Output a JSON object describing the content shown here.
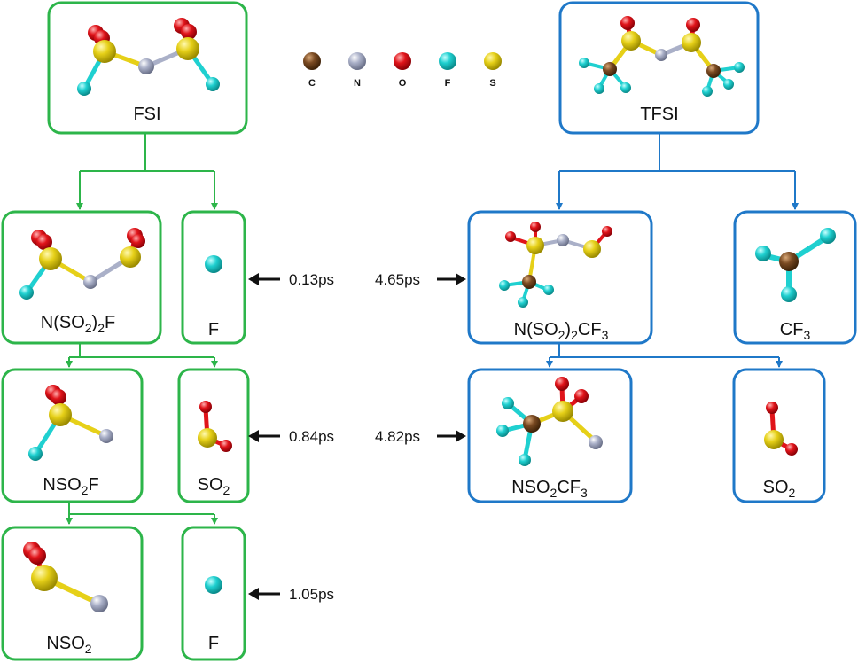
{
  "legend": [
    {
      "symbol": "C",
      "color": "#7a4a22"
    },
    {
      "symbol": "N",
      "color": "#aab0c8"
    },
    {
      "symbol": "O",
      "color": "#e0141a"
    },
    {
      "symbol": "F",
      "color": "#1fd0d0"
    },
    {
      "symbol": "S",
      "color": "#e6d018"
    }
  ],
  "colors": {
    "fsi_branch": "#2db54a",
    "tfsi_branch": "#1f78c8",
    "bond_S": "#e6d018",
    "bond_N": "#aab0c8",
    "bond_C": "#7a4a22",
    "bond_F": "#1fd0d0",
    "bond_O": "#e0141a"
  },
  "fsi": {
    "root": "FSI",
    "step1": {
      "main": "N(SO2)2F",
      "fragment": "F",
      "time": "0.13ps"
    },
    "step2": {
      "main": "NSO2F",
      "fragment": "SO2",
      "time": "0.84ps"
    },
    "step3": {
      "main": "NSO2",
      "fragment": "F",
      "time": "1.05ps"
    }
  },
  "tfsi": {
    "root": "TFSI",
    "step1": {
      "main": "N(SO2)2CF3",
      "fragment": "CF3",
      "time": "4.65ps"
    },
    "step2": {
      "main": "NSO2CF3",
      "fragment": "SO2",
      "time": "4.82ps"
    }
  }
}
